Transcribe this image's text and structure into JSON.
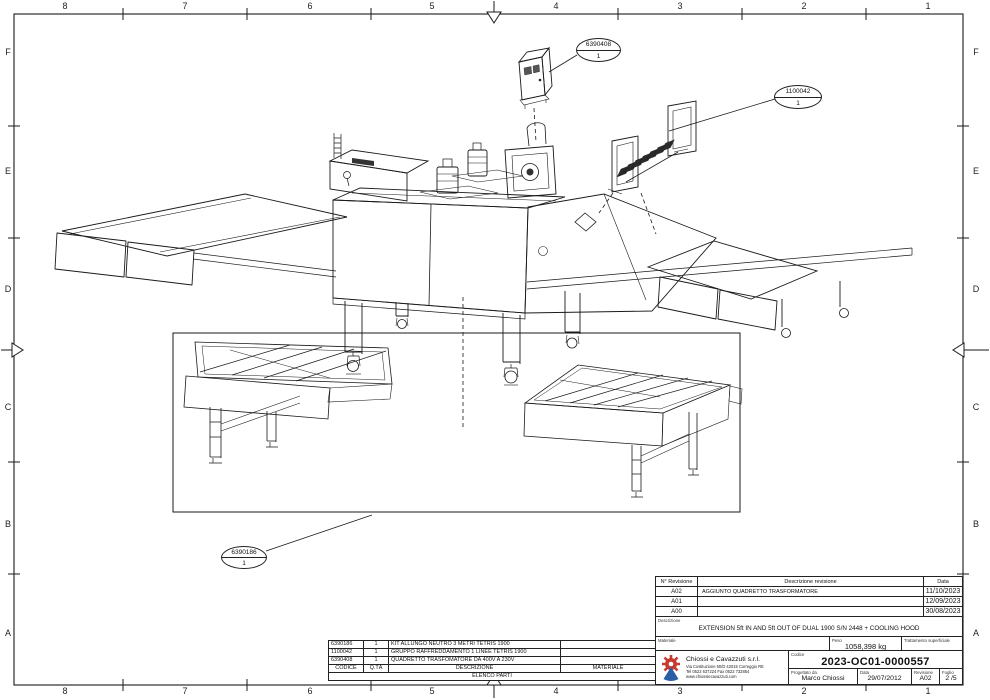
{
  "frame": {
    "col_labels_top": [
      "8",
      "7",
      "6",
      "5",
      "4",
      "3",
      "2",
      "1"
    ],
    "col_labels_bottom": [
      "8",
      "7",
      "6",
      "5",
      "4",
      "3",
      "2",
      "1"
    ],
    "row_labels_left": [
      "F",
      "E",
      "D",
      "C",
      "B",
      "A"
    ],
    "row_labels_right": [
      "F",
      "E",
      "D",
      "C",
      "B",
      "A"
    ]
  },
  "balloons": [
    {
      "part": "6390408",
      "qty": "1"
    },
    {
      "part": "1100042",
      "qty": "1"
    },
    {
      "part": "6390186",
      "qty": "1"
    }
  ],
  "parts_table": {
    "title": "ELENCO PARTI",
    "headers": {
      "code": "CODICE",
      "qty": "Q.TÀ",
      "desc": "DESCRIZIONE",
      "material": "MATERIALE"
    },
    "rows": [
      {
        "code": "6390186",
        "qty": "1",
        "desc": "KIT ALLUNGO NEUTRO 3 METRI TETRIS 1900",
        "material": ""
      },
      {
        "code": "1100042",
        "qty": "1",
        "desc": "GRUPPO RAFFREDDAMENTO 1 LINEE TETRIS 1900",
        "material": ""
      },
      {
        "code": "6390408",
        "qty": "1",
        "desc": "QUADRETTO TRASFOMATORE DA 400V A 230V",
        "material": ""
      }
    ]
  },
  "revision_table": {
    "headers": {
      "rev": "N° Revisione",
      "desc": "Descrizione revisione",
      "date": "Data"
    },
    "rows": [
      {
        "rev": "A02",
        "desc": "AGGIUNTO QUADRETTO TRASFORMATORE",
        "date": "11/10/2023"
      },
      {
        "rev": "A01",
        "desc": "",
        "date": "12/09/2023"
      },
      {
        "rev": "A00",
        "desc": "",
        "date": "30/08/2023"
      }
    ]
  },
  "title_block": {
    "descrizione_label": "Descrizione",
    "descrizione": "EXTENSION 5ft IN AND 5ft OUT OF DUAL 1900 S/N 2448 + COOLING HOOD",
    "materiale_label": "Materiale",
    "peso_label": "Peso",
    "peso": "1058,398 kg",
    "trattamento_label": "Trattamento superficiale",
    "company": {
      "name": "Chiossi e Cavazzuti s.r.l.",
      "address": "Via Costituzione 50/D 42015 Correggio RE",
      "phone": "Tel 0522 637224 Fax 0522 732854",
      "web": "www.chiossiecavazzuti.com"
    },
    "codice_label": "Codice",
    "codice": "2023-OC01-0000557",
    "progettato_label": "Progettato da",
    "progettato": "Marco Chiossi",
    "data_label": "Data",
    "data": "29/07/2012",
    "revisione_label": "Revisione",
    "revisione": "A02",
    "foglio_label": "Foglio",
    "foglio": "2 /5"
  },
  "colors": {
    "line": "#1a1a1a",
    "logo_red": "#c63b31",
    "logo_blue": "#2b5fa5"
  }
}
